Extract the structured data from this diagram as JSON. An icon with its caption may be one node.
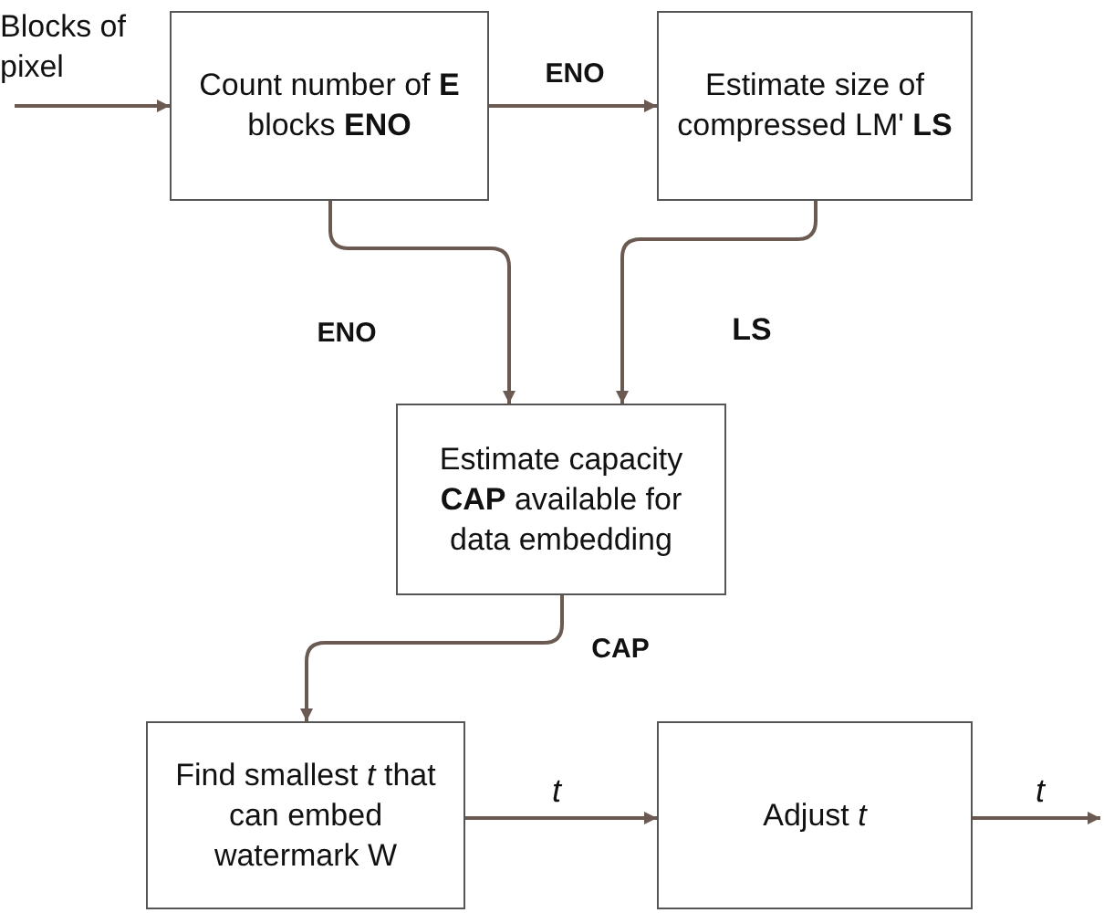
{
  "diagram": {
    "nodes": [
      {
        "text": [
          "Count number of **E** blocks **ENO**"
        ]
      },
      {
        "text": [
          "Estimate size of compressed LM' **LS**"
        ]
      },
      {
        "text": [
          "Estimate capacity **CAP** available for data embedding"
        ]
      },
      {
        "text": [
          "Find smallest *t* that can embed watermark W"
        ]
      },
      {
        "text": [
          "Adjust *t*"
        ]
      }
    ],
    "edges": [
      {
        "from": null,
        "to": 0,
        "arrow": "to",
        "label": "Blocks of pixel"
      },
      {
        "from": 0,
        "to": 1,
        "arrow": "to",
        "label": "**ENO**"
      },
      {
        "from": 0,
        "to": 2,
        "arrow": "to",
        "label": "**ENO**"
      },
      {
        "from": 1,
        "to": 2,
        "arrow": "to",
        "label": "**LS**"
      },
      {
        "from": 2,
        "to": 3,
        "arrow": "to",
        "label": "**CAP**"
      },
      {
        "from": 3,
        "to": 4,
        "arrow": "to",
        "label": "*t*"
      },
      {
        "from": 4,
        "to": null,
        "arrow": "to",
        "label": "*t*"
      }
    ]
  }
}
